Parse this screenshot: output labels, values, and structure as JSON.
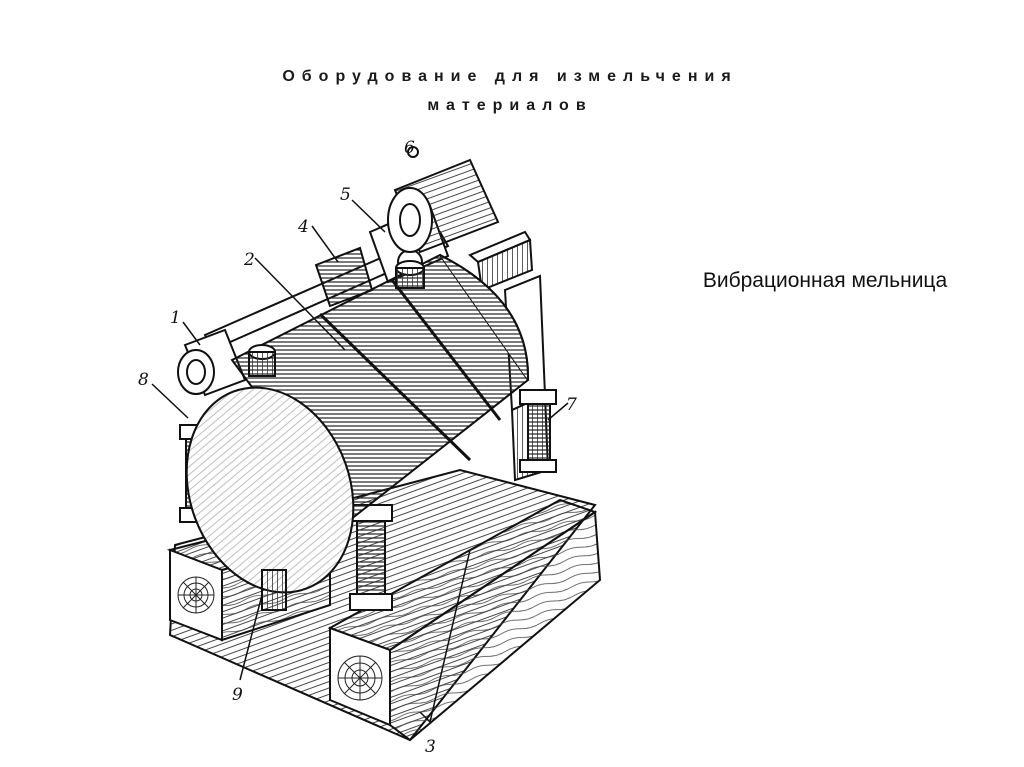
{
  "title": {
    "line1": "Оборудование для измельчения",
    "line2": "материалов"
  },
  "caption": "Вибрационная мельница",
  "callouts": [
    "1",
    "2",
    "3",
    "4",
    "5",
    "6",
    "7",
    "8",
    "9"
  ],
  "colors": {
    "ink": "#111111",
    "background": "#ffffff"
  }
}
